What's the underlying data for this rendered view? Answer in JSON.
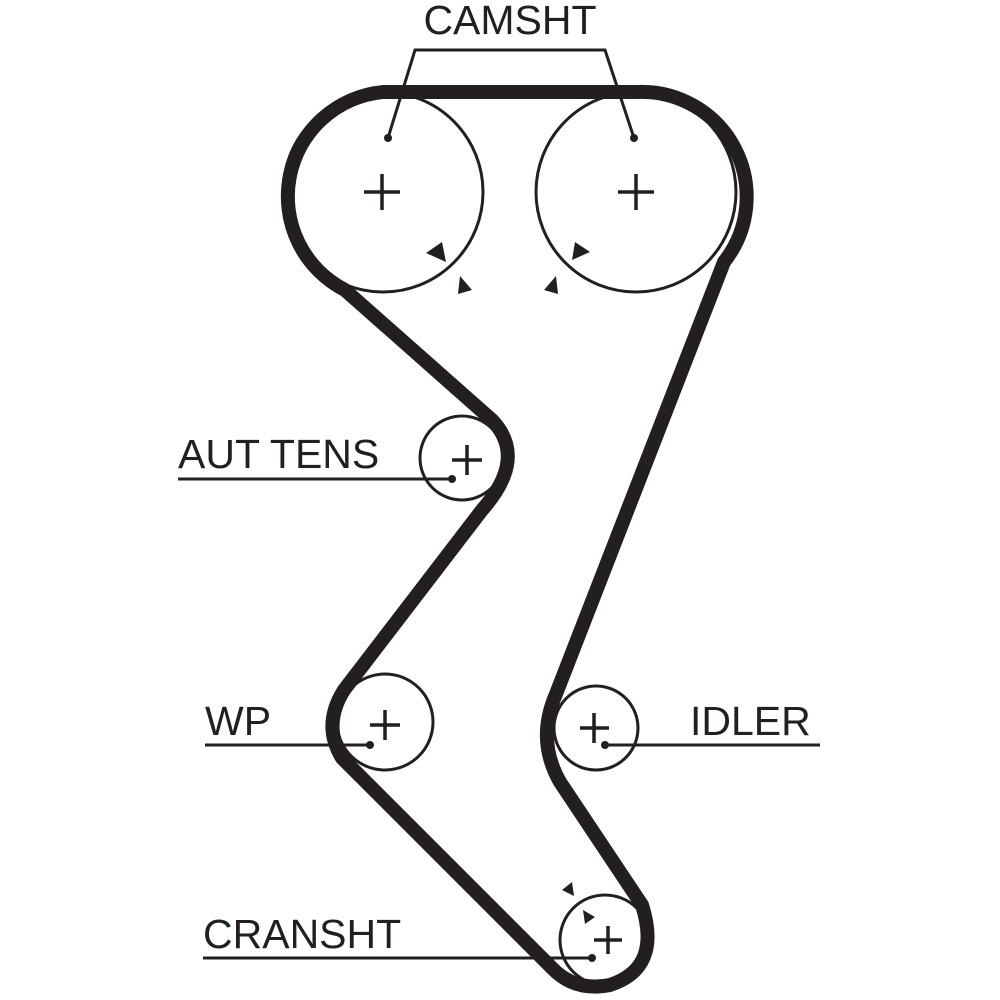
{
  "labels": {
    "camshaft": "CAMSHT",
    "auto_tensioner": "AUT TENS",
    "water_pump": "WP",
    "idler": "IDLER",
    "crankshaft": "CRANSHT"
  },
  "colors": {
    "ink": "#231f20",
    "background": "#ffffff"
  }
}
